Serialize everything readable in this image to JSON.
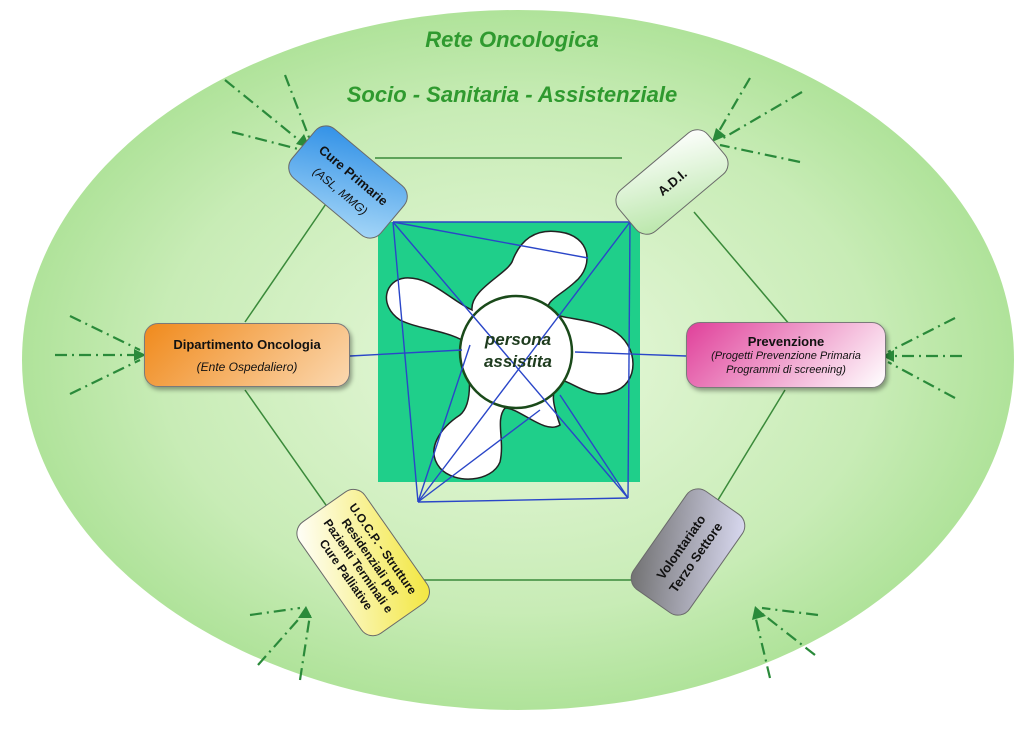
{
  "title": {
    "line1": "Rete Oncologica",
    "line2": "Socio - Sanitaria - Assistenziale"
  },
  "center": {
    "line1": "persona",
    "line2": "assistita"
  },
  "nodes": {
    "cure_primarie": {
      "main": "Cure Primarie",
      "sub": "(ASL, MMG)"
    },
    "adi": {
      "main": "A.D.I."
    },
    "dipartimento": {
      "main": "Dipartimento Oncologia",
      "sub": "(Ente Ospedaliero)"
    },
    "prevenzione": {
      "main": "Prevenzione",
      "sub1": "(Progetti Prevenzione Primaria",
      "sub2": "Programmi di screening)"
    },
    "uocp": {
      "line1": "U.O.C.P. - Strutture",
      "line2": "Residenziali per",
      "line3": "Pazienti Terminali e",
      "line4": "Cure Palliative"
    },
    "volontariato": {
      "line1": "Volontariato",
      "line2": "Terzo Settore"
    }
  },
  "colors": {
    "ellipse": "#bfe8b0",
    "square": "#1fcf8a",
    "network_lines": "#2a46c8",
    "title_text": "#2f9a2f",
    "arrows": "#2a8a3a"
  }
}
